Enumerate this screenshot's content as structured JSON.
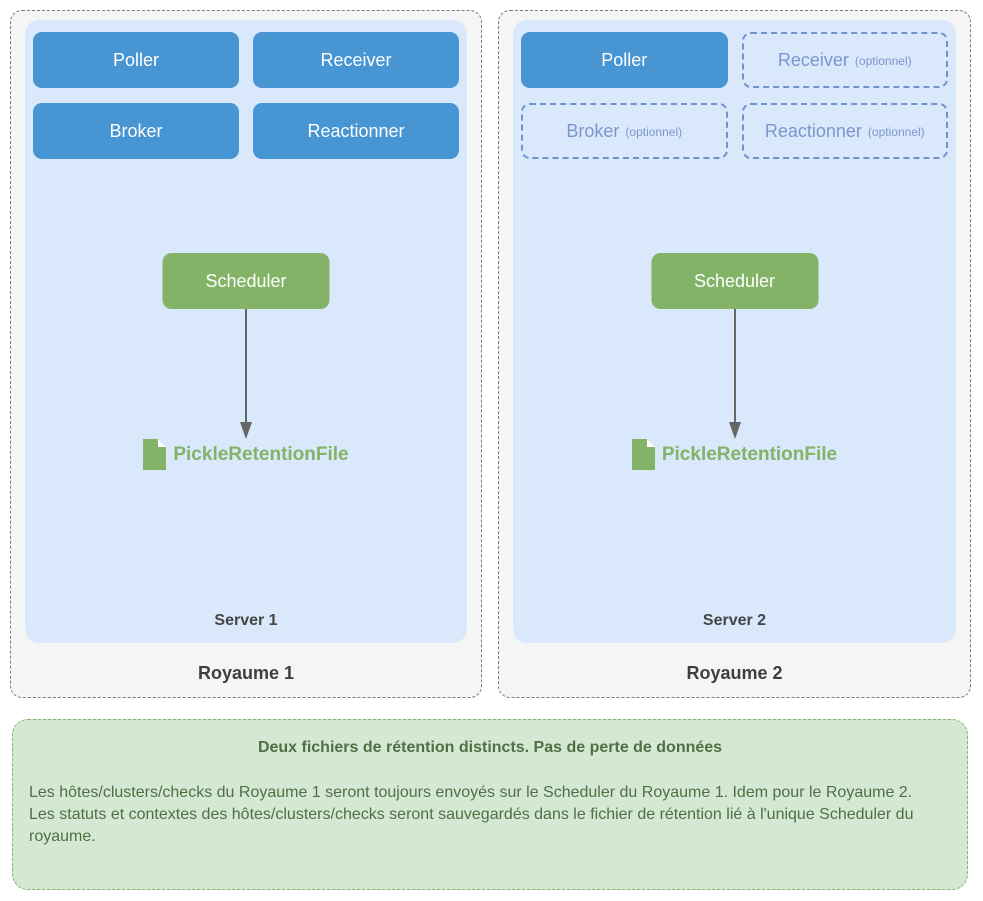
{
  "colors": {
    "component_blue": "#4795d3",
    "server_background": "#dae8fc",
    "royaume_background": "#f5f5f5",
    "royaume_border": "#7c7c7c",
    "scheduler_green": "#82b366",
    "optional_text_blue": "#7b96ce",
    "optional_border_blue": "#7191cf",
    "arrow_gray": "#666666",
    "file_green": "#82b366",
    "note_background": "#d5e8d4",
    "note_border": "#82b366",
    "note_text": "#4d7144"
  },
  "icons": {
    "file": "file-icon (green page with folded corner)",
    "arrow": "arrow-down-icon (gray connector with triangular head)"
  },
  "royaumes": [
    {
      "label": "Royaume 1",
      "server_label": "Server 1",
      "scheduler": "Scheduler",
      "retention_file": "PickleRetentionFile",
      "components": [
        {
          "label": "Poller"
        },
        {
          "label": "Receiver"
        },
        {
          "label": "Broker"
        },
        {
          "label": "Reactionner"
        }
      ]
    },
    {
      "label": "Royaume 2",
      "server_label": "Server 2",
      "scheduler": "Scheduler",
      "retention_file": "PickleRetentionFile",
      "components": [
        {
          "label": "Poller"
        },
        {
          "label": "Receiver",
          "suffix": "(optionnel)"
        },
        {
          "label": "Broker",
          "suffix": "(optionnel)"
        },
        {
          "label": "Reactionner",
          "suffix": "(optionnel)"
        }
      ]
    }
  ],
  "note": {
    "title": "Deux fichiers de rétention distincts. Pas de perte de données",
    "paragraph1": "Les hôtes/clusters/checks du Royaume 1 seront toujours envoyés sur le Scheduler du Royaume 1. Idem pour le Royaume 2.",
    "paragraph2": "Les statuts et contextes des hôtes/clusters/checks seront sauvegardés dans le fichier de rétention lié à l'unique Scheduler du royaume."
  }
}
